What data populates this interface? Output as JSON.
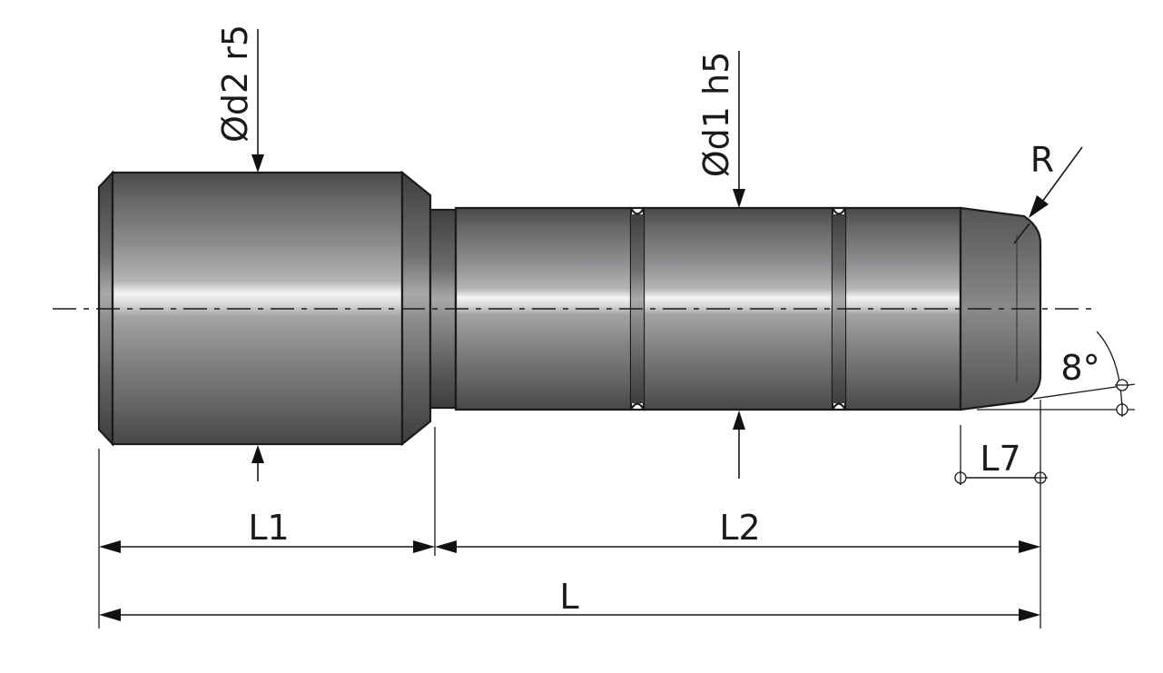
{
  "dimensions": {
    "d2_label": "Ød2 r5",
    "d1_label": "Ød1  h5",
    "radius_label": "R",
    "angle_label": "8°",
    "l7_label": "L7",
    "l1_label": "L1",
    "l2_label": "L2",
    "l_label": "L"
  }
}
